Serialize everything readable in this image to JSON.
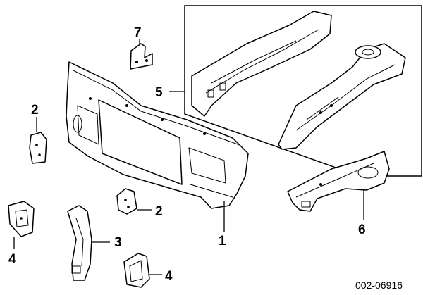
{
  "callouts": {
    "c1": "1",
    "c2a": "2",
    "c2b": "2",
    "c3": "3",
    "c4a": "4",
    "c4b": "4",
    "c5": "5",
    "c6": "6",
    "c7": "7"
  },
  "part_number": "002-06916",
  "colors": {
    "line": "#000000",
    "background": "#ffffff"
  }
}
